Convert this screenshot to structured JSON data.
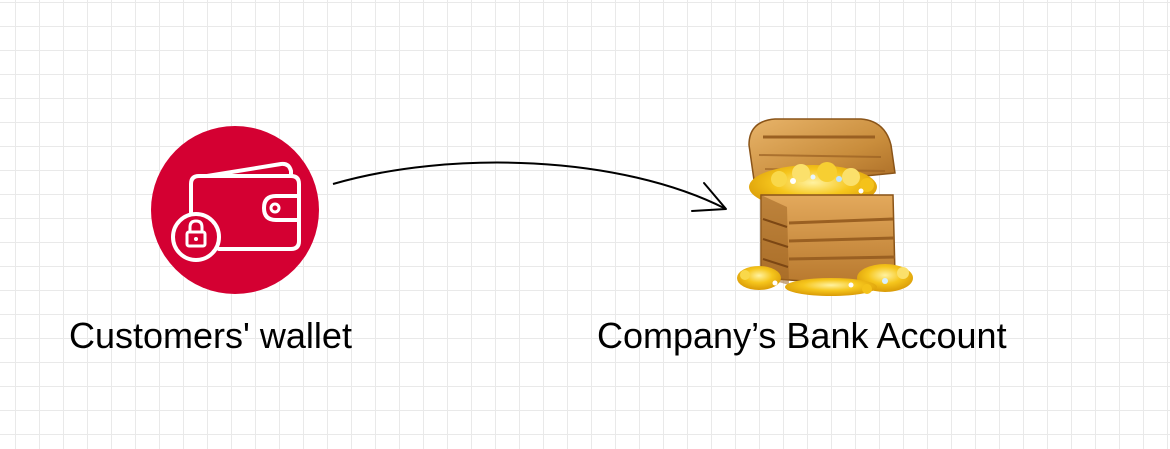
{
  "nodes": {
    "wallet": {
      "label": "Customers' wallet",
      "icon": "wallet-lock-icon",
      "color": "#d40032"
    },
    "bank": {
      "label": "Company’s Bank Account",
      "icon": "treasure-chest-icon"
    }
  },
  "edges": [
    {
      "from": "wallet",
      "to": "bank",
      "style": "curved-arrow"
    }
  ]
}
